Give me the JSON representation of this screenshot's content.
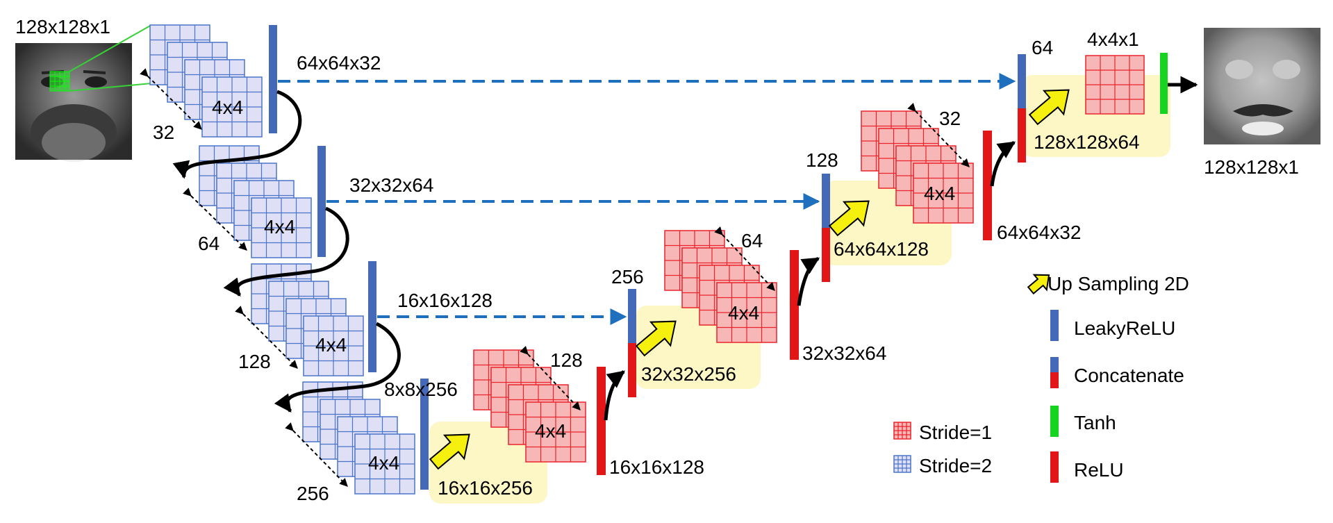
{
  "colors": {
    "blue_grid": "#4a74c9",
    "blue_fill": "#dfe0f6",
    "red_grid": "#e8232a",
    "red_fill": "#f8b7b7",
    "leaky": "#4569b9",
    "relu": "#e21616",
    "tanh": "#16d41f",
    "arrow_dash": "#1f6fbf",
    "highlight": "#fdf7c6",
    "yellow_arrow": "#f6f00f"
  },
  "labels": {
    "input_size": "128x128x1",
    "output_size": "128x128x1",
    "enc1_size": "64x64x32",
    "enc2_size": "32x32x64",
    "enc3_size": "16x16x128",
    "enc4_size": "8x8x256",
    "enc1_filters": "32",
    "enc2_filters": "64",
    "enc3_filters": "128",
    "enc4_filters": "256",
    "kernel": "4x4",
    "dec1_filters": "128",
    "dec2_filters": "64",
    "dec3_filters": "32",
    "dec1_relu": "16x16x128",
    "dec2_relu": "32x32x64",
    "dec3_relu": "64x64x32",
    "cat1_channels": "256",
    "cat2_channels": "128",
    "cat3_channels": "64",
    "up1": "16x16x256",
    "up2": "32x32x256",
    "up3": "64x64x128",
    "up4": "128x128x64",
    "final_kernel": "4x4x1"
  },
  "legend": {
    "stride1": "Stride=1",
    "stride2": "Stride=2",
    "upsampling": "Up Sampling 2D",
    "leaky": "LeakyReLU",
    "concat": "Concatenate",
    "tanh": "Tanh",
    "relu": "ReLU"
  },
  "icons": [
    "input-face-image",
    "output-face-image",
    "yellow-upsample-arrow-icon",
    "stride-grid-icon"
  ]
}
